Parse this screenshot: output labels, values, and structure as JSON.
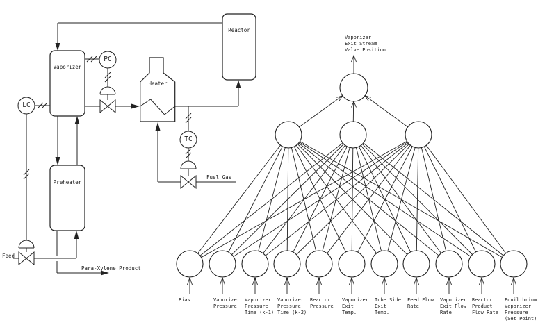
{
  "process": {
    "equipment": {
      "vaporizer": "Vaporizer",
      "preheater": "Preheater",
      "heater": "Heater",
      "reactor": "Reactor"
    },
    "controllers": {
      "level": "LC",
      "pressure": "PC",
      "temperature": "TC"
    },
    "streams": {
      "feed": "Feed",
      "fuel_gas": "Fuel Gas",
      "product": "Para-Xylene Product"
    }
  },
  "network": {
    "output_label": "Vaporizer\nExit Stream\nValve Position",
    "hidden_node_count": 3,
    "input_node_count": 11,
    "inputs": [
      "Bias",
      "Vaporizer\nPressure",
      "Vaporizer\nPressure\nTime (k-1)",
      "Vaporizer\nPressure\nTime (k-2)",
      "Reactor\nPressure",
      "Vaporizer\nExit\nTemp.",
      "Tube Side\nExit\nTemp.",
      "Feed Flow\nRate",
      "Vaporizer\nExit Flow\nRate",
      "Reactor\nProduct\nFlow Rate",
      "Equilibrium\nVaporizer\nPressure\n(Set Point)"
    ]
  },
  "colors": {
    "line": "#222222",
    "background": "#ffffff"
  }
}
